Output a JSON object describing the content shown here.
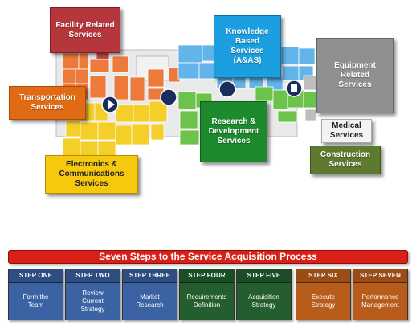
{
  "services": {
    "facility": "Facility Related\nServices",
    "knowledge": "Knowledge\nBased\nServices\n(A&AS)",
    "equipment": "Equipment\nRelated\nServices",
    "transportation": "Transportation\nServices",
    "research": "Research &\nDevelopment\nServices",
    "medical": "Medical\nServices",
    "construction": "Construction\nServices",
    "electronics": "Electronics &\nCommunications\nServices"
  },
  "steps_title": "Seven Steps to the Service Acquisition Process",
  "steps": [
    {
      "header": "STEP ONE",
      "body": "Form the\nTeam"
    },
    {
      "header": "STEP TWO",
      "body": "Review\nCurrent\nStrategy"
    },
    {
      "header": "STEP THREE",
      "body": "Market\nResearch"
    },
    {
      "header": "STEP FOUR",
      "body": "Requirements\nDefinition"
    },
    {
      "header": "STEP FIVE",
      "body": "Acquisition\nStrategy"
    },
    {
      "header": "STEP SIX",
      "body": "Execute\nStrategy"
    },
    {
      "header": "STEP SEVEN",
      "body": "Performance\nManagement"
    }
  ],
  "colors": {
    "steps_1_3": "#3b62a3",
    "steps_4_5": "#245e2e",
    "steps_6_7": "#b85c1b",
    "title_bar": "#d91f16"
  }
}
